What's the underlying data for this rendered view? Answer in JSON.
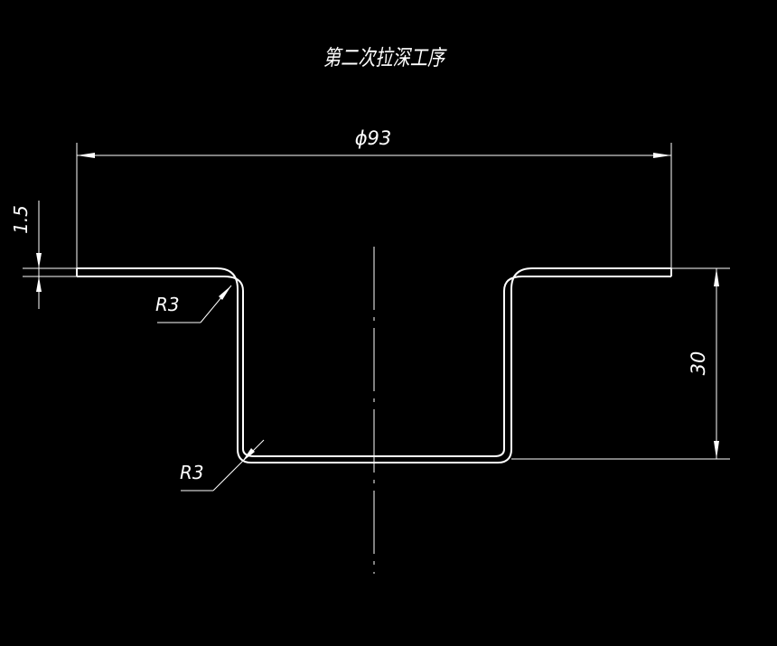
{
  "drawing": {
    "title": "第二次拉深工序",
    "dimensions": {
      "diameter": "ϕ93",
      "thickness": "1.5",
      "height": "30",
      "radius_top": "R3",
      "radius_bottom": "R3"
    }
  },
  "colors": {
    "background": "#000000",
    "line": "#ffffff"
  }
}
